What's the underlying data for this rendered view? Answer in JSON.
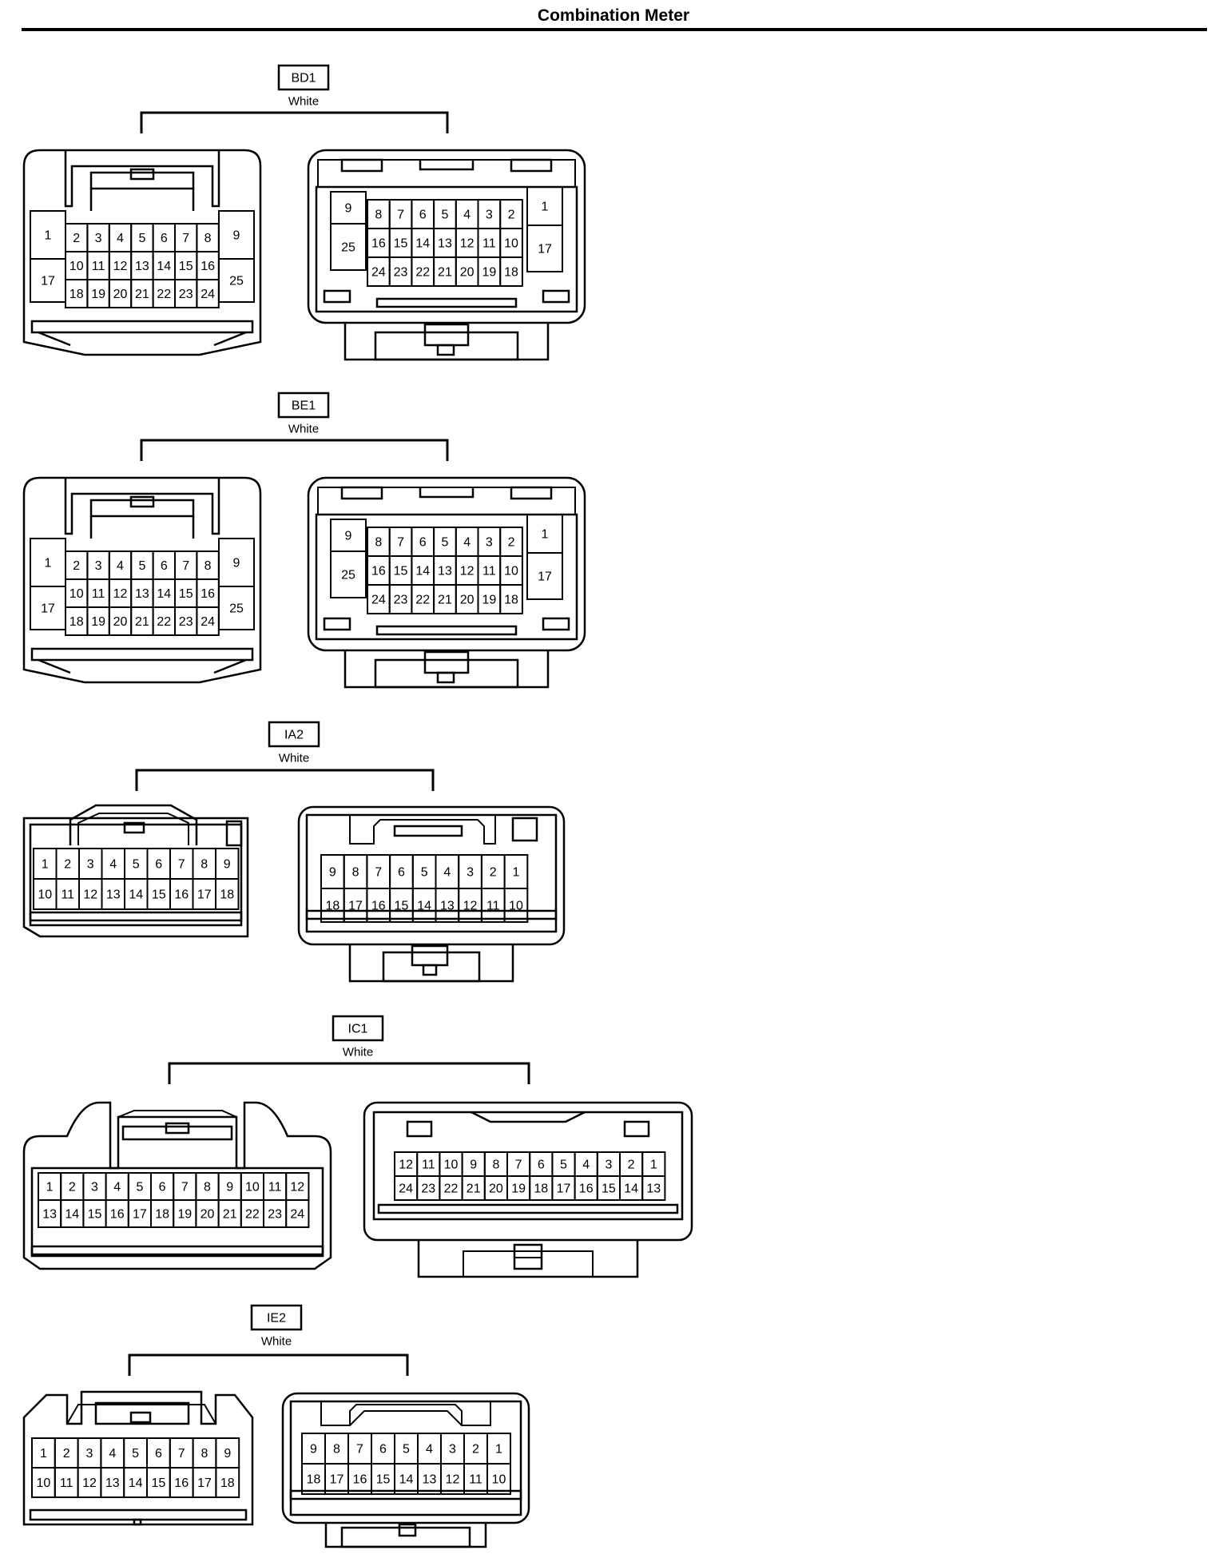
{
  "page": {
    "title": "Combination Meter"
  },
  "colors": {
    "ink": "#000000",
    "paper": "#ffffff"
  },
  "connectors": [
    {
      "id": "BD1",
      "color": "White",
      "male": {
        "main_rows": [
          [
            "2",
            "3",
            "4",
            "5",
            "6",
            "7",
            "8"
          ],
          [
            "10",
            "11",
            "12",
            "13",
            "14",
            "15",
            "16"
          ],
          [
            "18",
            "19",
            "20",
            "21",
            "22",
            "23",
            "24"
          ]
        ],
        "side_left": [
          "1",
          "17"
        ],
        "side_right": [
          "9",
          "25"
        ]
      },
      "female": {
        "main_rows": [
          [
            "8",
            "7",
            "6",
            "5",
            "4",
            "3",
            "2"
          ],
          [
            "16",
            "15",
            "14",
            "13",
            "12",
            "11",
            "10"
          ],
          [
            "24",
            "23",
            "22",
            "21",
            "20",
            "19",
            "18"
          ]
        ],
        "side_left": [
          "9",
          "25"
        ],
        "side_right": [
          "1",
          "17"
        ]
      }
    },
    {
      "id": "BE1",
      "color": "White",
      "male": {
        "main_rows": [
          [
            "2",
            "3",
            "4",
            "5",
            "6",
            "7",
            "8"
          ],
          [
            "10",
            "11",
            "12",
            "13",
            "14",
            "15",
            "16"
          ],
          [
            "18",
            "19",
            "20",
            "21",
            "22",
            "23",
            "24"
          ]
        ],
        "side_left": [
          "1",
          "17"
        ],
        "side_right": [
          "9",
          "25"
        ]
      },
      "female": {
        "main_rows": [
          [
            "8",
            "7",
            "6",
            "5",
            "4",
            "3",
            "2"
          ],
          [
            "16",
            "15",
            "14",
            "13",
            "12",
            "11",
            "10"
          ],
          [
            "24",
            "23",
            "22",
            "21",
            "20",
            "19",
            "18"
          ]
        ],
        "side_left": [
          "9",
          "25"
        ],
        "side_right": [
          "1",
          "17"
        ]
      }
    },
    {
      "id": "IA2",
      "color": "White",
      "male": {
        "main_rows": [
          [
            "1",
            "2",
            "3",
            "4",
            "5",
            "6",
            "7",
            "8",
            "9"
          ],
          [
            "10",
            "11",
            "12",
            "13",
            "14",
            "15",
            "16",
            "17",
            "18"
          ]
        ]
      },
      "female": {
        "main_rows": [
          [
            "9",
            "8",
            "7",
            "6",
            "5",
            "4",
            "3",
            "2",
            "1"
          ],
          [
            "18",
            "17",
            "16",
            "15",
            "14",
            "13",
            "12",
            "11",
            "10"
          ]
        ]
      }
    },
    {
      "id": "IC1",
      "color": "White",
      "male": {
        "main_rows": [
          [
            "1",
            "2",
            "3",
            "4",
            "5",
            "6",
            "7",
            "8",
            "9",
            "10",
            "11",
            "12"
          ],
          [
            "13",
            "14",
            "15",
            "16",
            "17",
            "18",
            "19",
            "20",
            "21",
            "22",
            "23",
            "24"
          ]
        ]
      },
      "female": {
        "main_rows": [
          [
            "12",
            "11",
            "10",
            "9",
            "8",
            "7",
            "6",
            "5",
            "4",
            "3",
            "2",
            "1"
          ],
          [
            "24",
            "23",
            "22",
            "21",
            "20",
            "19",
            "18",
            "17",
            "16",
            "15",
            "14",
            "13"
          ]
        ]
      }
    },
    {
      "id": "IE2",
      "color": "White",
      "male": {
        "main_rows": [
          [
            "1",
            "2",
            "3",
            "4",
            "5",
            "6",
            "7",
            "8",
            "9"
          ],
          [
            "10",
            "11",
            "12",
            "13",
            "14",
            "15",
            "16",
            "17",
            "18"
          ]
        ]
      },
      "female": {
        "main_rows": [
          [
            "9",
            "8",
            "7",
            "6",
            "5",
            "4",
            "3",
            "2",
            "1"
          ],
          [
            "18",
            "17",
            "16",
            "15",
            "14",
            "13",
            "12",
            "11",
            "10"
          ]
        ]
      }
    }
  ]
}
